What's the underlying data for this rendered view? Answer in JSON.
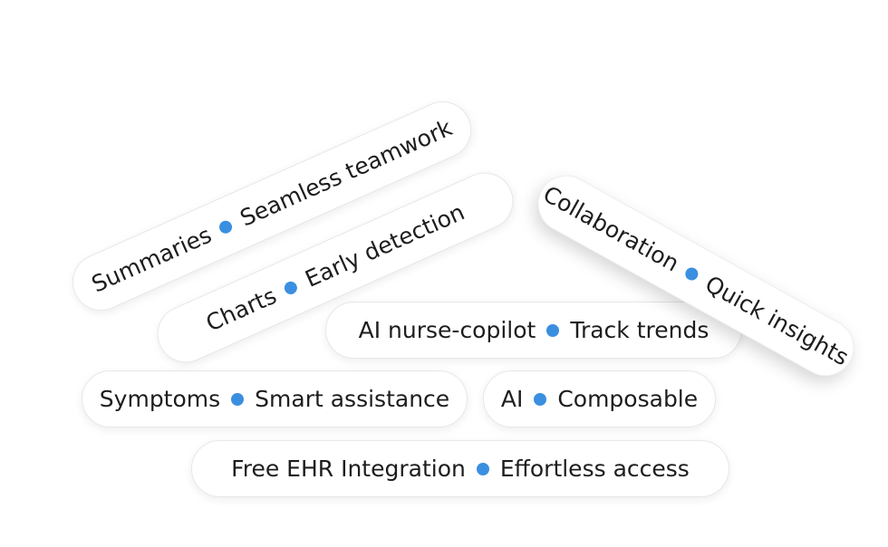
{
  "accent_color": "#3b8fe0",
  "pills": [
    {
      "left": "Summaries",
      "right": "Seamless teamwork"
    },
    {
      "left": "Charts",
      "right": "Early detection"
    },
    {
      "left": "Collaboration",
      "right": "Quick insights"
    },
    {
      "left": "AI nurse-copilot",
      "right": "Track trends"
    },
    {
      "left": "Symptoms",
      "right": "Smart assistance"
    },
    {
      "left": "AI",
      "right": "Composable"
    },
    {
      "left": "Free EHR Integration",
      "right": "Effortless access"
    }
  ]
}
